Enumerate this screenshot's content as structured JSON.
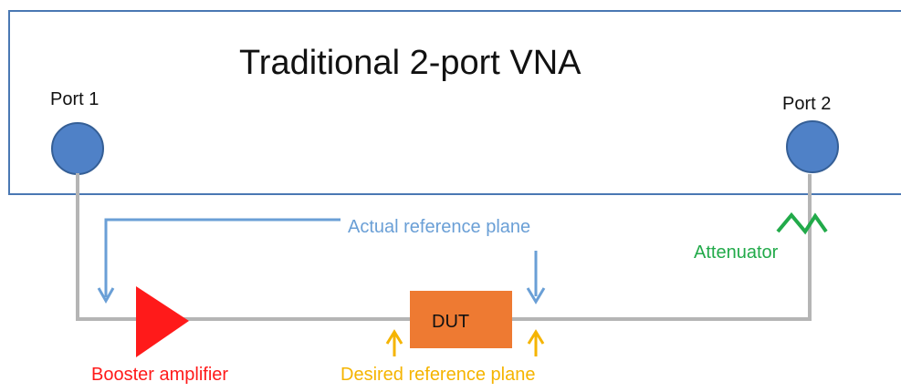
{
  "diagram": {
    "title": "Traditional 2-port VNA",
    "port1_label": "Port 1",
    "port2_label": "Port 2",
    "actual_reference_plane_label": "Actual reference plane",
    "attenuator_label": "Attenuator",
    "dut_label": "DUT",
    "booster_label": "Booster amplifier",
    "desired_reference_plane_label": "Desired reference plane"
  },
  "colors": {
    "vna_border": "#4a78b3",
    "port_fill": "#4f81c7",
    "port_stroke": "#355f96",
    "line": "#b5b5b5",
    "actual_reference_plane": "#6a9fd6",
    "desired_reference_plane": "#f5b400",
    "attenuator": "#22aa4a",
    "booster": "#ff1a1a",
    "dut": "#ee7a32"
  }
}
